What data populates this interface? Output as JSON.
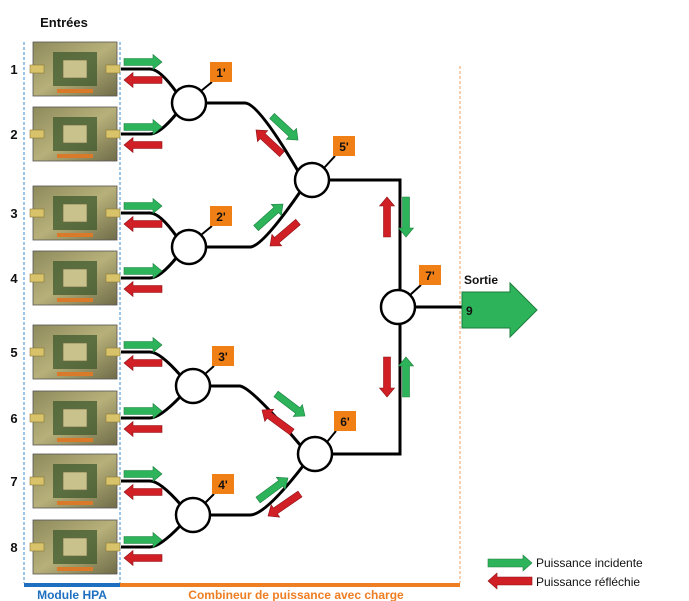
{
  "title": "Entrées",
  "inputs": [
    {
      "label": "1"
    },
    {
      "label": "2"
    },
    {
      "label": "3"
    },
    {
      "label": "4"
    },
    {
      "label": "5"
    },
    {
      "label": "6"
    },
    {
      "label": "7"
    },
    {
      "label": "8"
    }
  ],
  "nodes": [
    {
      "label": "1'"
    },
    {
      "label": "2'"
    },
    {
      "label": "3'"
    },
    {
      "label": "4'"
    },
    {
      "label": "5'"
    },
    {
      "label": "6'"
    },
    {
      "label": "7'"
    }
  ],
  "output": {
    "title": "Sortie",
    "port": "9"
  },
  "legend": {
    "incident": "Puissance incidente",
    "reflected": "Puissance réfléchie"
  },
  "footer": {
    "module_label": "Module HPA",
    "combiner_label": "Combineur de puissance avec charge"
  },
  "colors": {
    "incident": "#2db45a",
    "reflected": "#d11f26",
    "badge": "#f07f16",
    "module_bar": "#1f6fc1",
    "combiner_bar": "#ef7d22",
    "divider_blue": "#3a8fd6",
    "divider_orange": "#f0a060"
  }
}
